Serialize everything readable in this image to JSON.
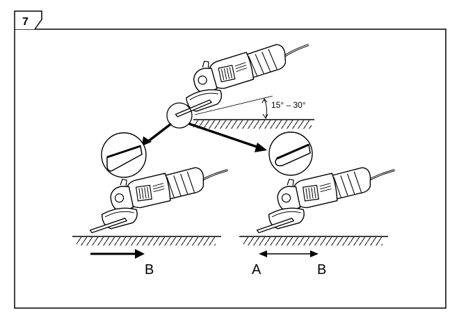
{
  "figure": {
    "number": "7",
    "angle_label": "15° – 30°",
    "direction_labels": {
      "left_direction": "B",
      "right_start": "A",
      "right_end": "B"
    },
    "icons": {
      "top_tool": "angle-grinder-icon",
      "bottom_left_tool": "angle-grinder-icon",
      "bottom_right_tool": "angle-grinder-icon",
      "detail_left": "disc-edge-flat-detail-icon",
      "detail_right": "disc-edge-rounded-detail-icon"
    }
  }
}
